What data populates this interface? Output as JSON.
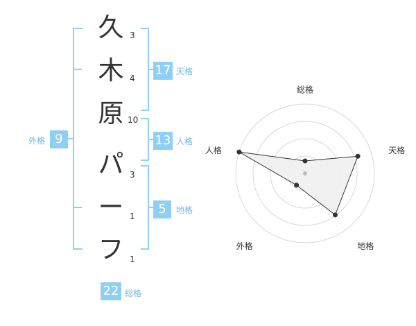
{
  "name_chars": [
    {
      "char": "久",
      "strokes": "3"
    },
    {
      "char": "木",
      "strokes": "4"
    },
    {
      "char": "原",
      "strokes": "10"
    },
    {
      "char": "パ",
      "strokes": "3"
    },
    {
      "char": "ー",
      "strokes": "1"
    },
    {
      "char": "フ",
      "strokes": "1"
    }
  ],
  "kaku": {
    "tenkaku": {
      "value": "17",
      "label": "天格"
    },
    "jinkaku": {
      "value": "13",
      "label": "人格"
    },
    "chikaku": {
      "value": "5",
      "label": "地格"
    },
    "gaikaku": {
      "value": "9",
      "label": "外格"
    },
    "soukaku": {
      "value": "22",
      "label": "総格"
    }
  },
  "colors": {
    "accent": "#8fcff3",
    "accent_text": "#6db9e6",
    "text": "#333333",
    "grid": "#d8d8d8",
    "fill": "#efefef",
    "outline": "#333333"
  },
  "chart_data": {
    "type": "radar",
    "axes": [
      "総格",
      "天格",
      "地格",
      "外格",
      "人格"
    ],
    "values": [
      0.18,
      0.8,
      0.74,
      0.21,
      1.0
    ],
    "scale": [
      0,
      1
    ],
    "rings": 4,
    "grid": true
  }
}
